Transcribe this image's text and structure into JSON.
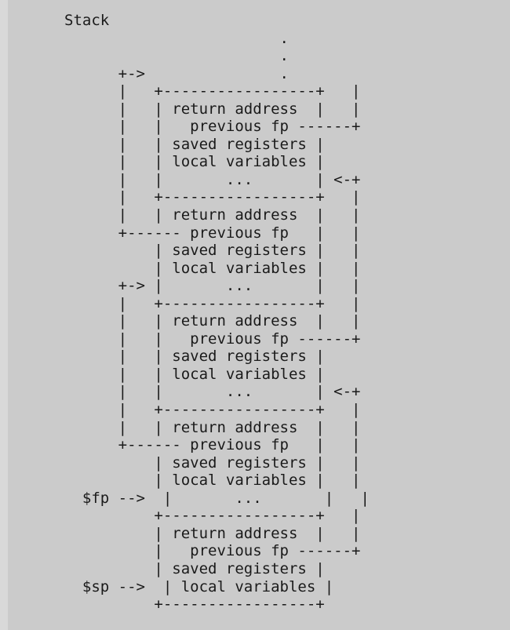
{
  "diagram": {
    "title": "Stack",
    "lines": [
      "                        .",
      "                        .",
      "      +->               .",
      "      |   +-----------------+   |",
      "      |   | return address  |   |",
      "      |   |   previous fp ------+",
      "      |   | saved registers |",
      "      |   | local variables |",
      "      |   |       ...       | <-+",
      "      |   +-----------------+   |",
      "      |   | return address  |   |",
      "      +------ previous fp   |   |",
      "          | saved registers |   |",
      "          | local variables |   |",
      "      +-> |       ...       |   |",
      "      |   +-----------------+   |",
      "      |   | return address  |   |",
      "      |   |   previous fp ------+",
      "      |   | saved registers |",
      "      |   | local variables |",
      "      |   |       ...       | <-+",
      "      |   +-----------------+   |",
      "      |   | return address  |   |",
      "      +------ previous fp   |   |",
      "          | saved registers |   |",
      "          | local variables |   |",
      "  $fp -->  |       ...       |   |",
      "          +-----------------+   |",
      "          | return address  |   |",
      "          |   previous fp ------+",
      "          | saved registers |",
      "  $sp -->  | local variables |",
      "          +-----------------+"
    ]
  }
}
